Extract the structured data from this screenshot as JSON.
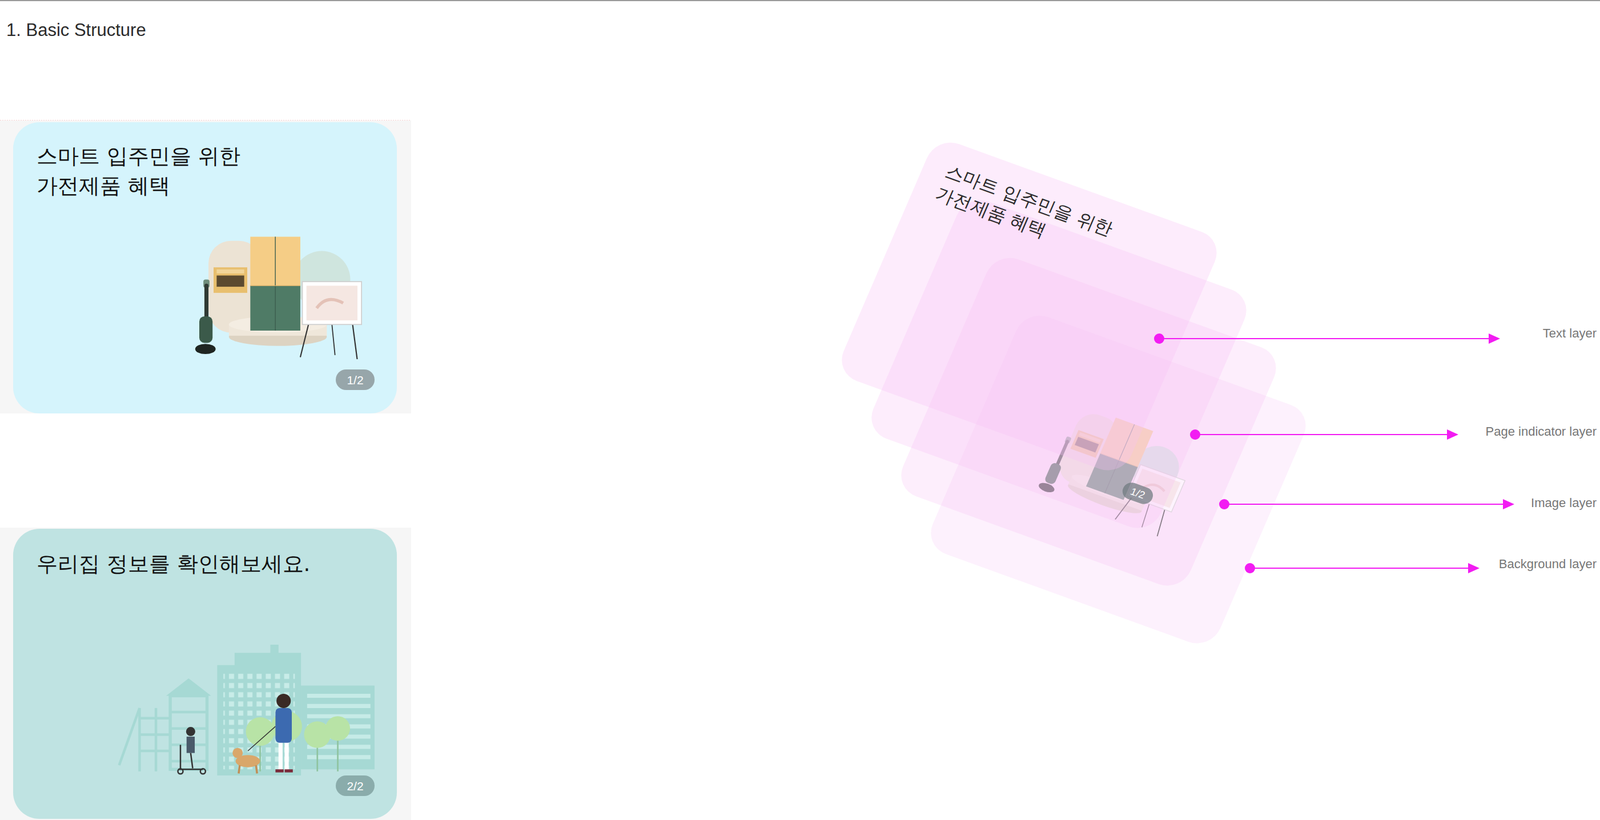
{
  "diagram": {
    "title": "1. Basic Structure",
    "nodes": [
      {
        "text": [
          "스마트 입주민을 위한 가전제품 혜택"
        ]
      },
      {
        "text": [
          "1/2"
        ],
        "in": 0
      },
      {
        "text": [
          "우리집 정보를 확인해보세요."
        ]
      },
      {
        "text": [
          "2/2"
        ],
        "in": 2
      },
      {
        "text": [
          "스마트 입주민을 위한 가전제품 혜택"
        ]
      },
      {
        "text": [
          "1/2"
        ]
      }
    ],
    "labels": [
      "Text layer",
      "Page indicator layer",
      "Image layer",
      "Background layer"
    ]
  }
}
